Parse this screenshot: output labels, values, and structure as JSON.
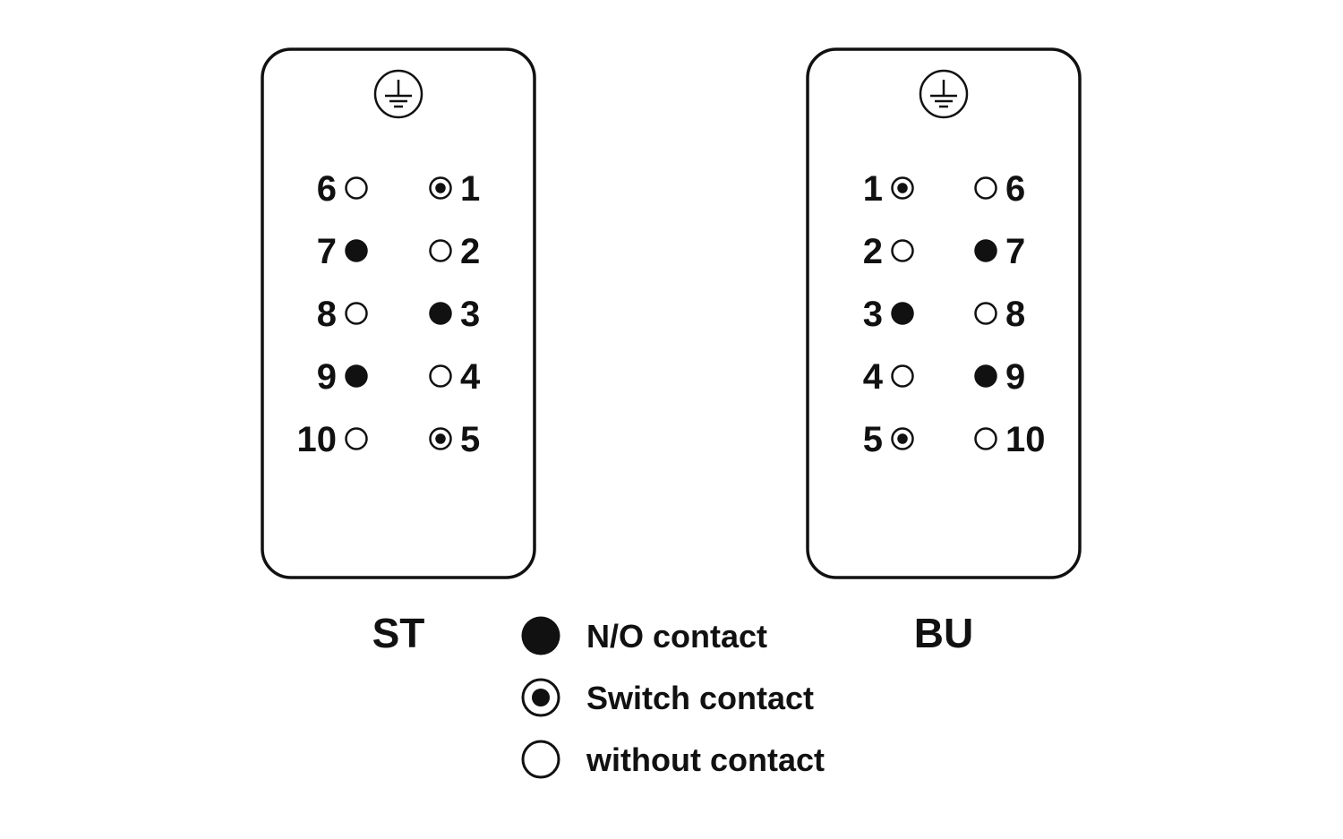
{
  "connectors": [
    {
      "id": "st",
      "label": "ST",
      "earth_icon": "protective-earth-icon",
      "left_column": [
        {
          "pin": "6",
          "type": "without"
        },
        {
          "pin": "7",
          "type": "no"
        },
        {
          "pin": "8",
          "type": "without"
        },
        {
          "pin": "9",
          "type": "no"
        },
        {
          "pin": "10",
          "type": "without"
        }
      ],
      "right_column": [
        {
          "pin": "1",
          "type": "switch"
        },
        {
          "pin": "2",
          "type": "without"
        },
        {
          "pin": "3",
          "type": "no"
        },
        {
          "pin": "4",
          "type": "without"
        },
        {
          "pin": "5",
          "type": "switch"
        }
      ]
    },
    {
      "id": "bu",
      "label": "BU",
      "earth_icon": "protective-earth-icon",
      "left_column": [
        {
          "pin": "1",
          "type": "switch"
        },
        {
          "pin": "2",
          "type": "without"
        },
        {
          "pin": "3",
          "type": "no"
        },
        {
          "pin": "4",
          "type": "without"
        },
        {
          "pin": "5",
          "type": "switch"
        }
      ],
      "right_column": [
        {
          "pin": "6",
          "type": "without"
        },
        {
          "pin": "7",
          "type": "no"
        },
        {
          "pin": "8",
          "type": "without"
        },
        {
          "pin": "9",
          "type": "no"
        },
        {
          "pin": "10",
          "type": "without"
        }
      ]
    }
  ],
  "legend": [
    {
      "type": "no",
      "label": "N/O contact"
    },
    {
      "type": "switch",
      "label": "Switch contact"
    },
    {
      "type": "without",
      "label": "without contact"
    }
  ],
  "colors": {
    "stroke": "#111111",
    "background": "#ffffff"
  }
}
